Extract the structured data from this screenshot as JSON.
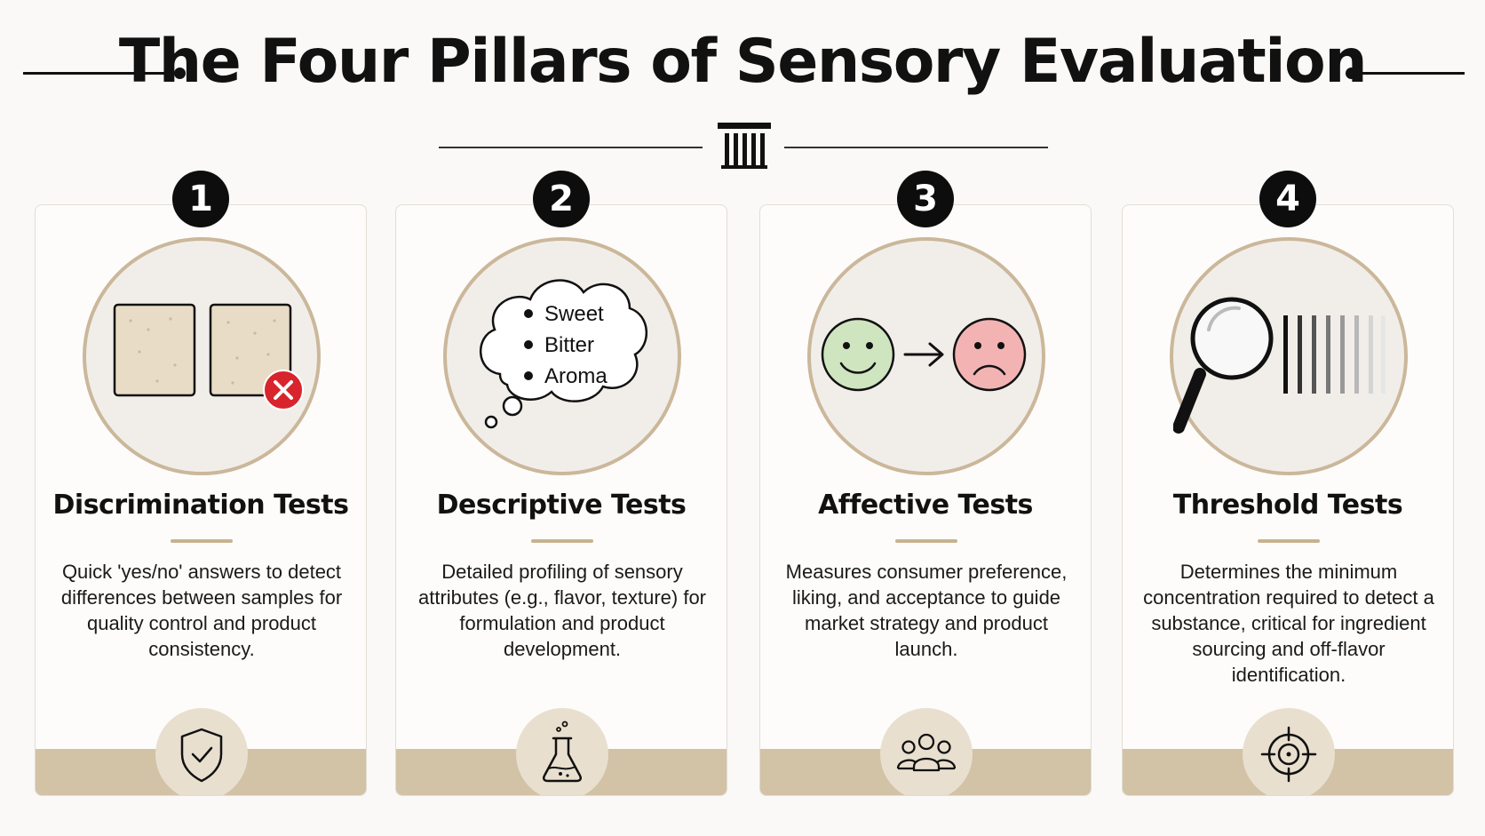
{
  "header": {
    "title": "The Four Pillars of Sensory Evaluation"
  },
  "colors": {
    "accent": "#c7b28f",
    "footer": "#d2c2a6",
    "badge": "#0d0d0d",
    "happy_face": "#cfe5c0",
    "sad_face": "#f3b3b3",
    "error": "#d8242c"
  },
  "cards": [
    {
      "number": "1",
      "title": "Discrimination Tests",
      "description": "Quick 'yes/no' answers to detect differences between samples for quality control and product consistency.",
      "hero_icon": "two-samples-with-reject-icon",
      "footer_icon": "shield-check-icon"
    },
    {
      "number": "2",
      "title": "Descriptive Tests",
      "description": "Detailed profiling of sensory attributes (e.g., flavor, texture) for formulation and product development.",
      "hero_icon": "thought-bubble-icon",
      "bubble_items": [
        "Sweet",
        "Bitter",
        "Aroma"
      ],
      "footer_icon": "flask-icon"
    },
    {
      "number": "3",
      "title": "Affective Tests",
      "description": "Measures consumer preference, liking, and acceptance to guide market strategy and product launch.",
      "hero_icon": "happy-to-sad-face-icon",
      "footer_icon": "people-group-icon"
    },
    {
      "number": "4",
      "title": "Threshold Tests",
      "description": "Determines the minimum concentration required to detect a substance, critical for ingredient sourcing and off-flavor identification.",
      "hero_icon": "magnifier-gradient-icon",
      "footer_icon": "crosshair-target-icon"
    }
  ]
}
